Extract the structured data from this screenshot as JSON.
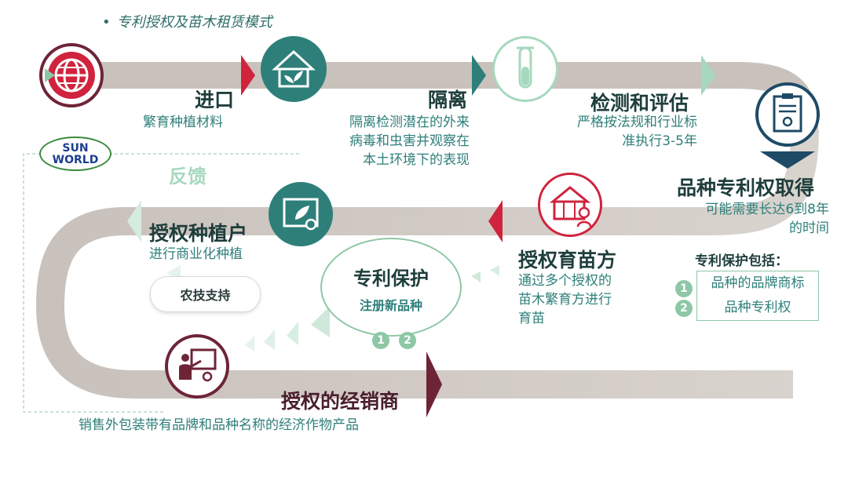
{
  "title": "专利授权及苗木租赁模式",
  "steps": {
    "import": {
      "title": "进口",
      "desc": "繁育种植材料"
    },
    "isolation": {
      "title": "隔离",
      "desc": [
        "隔离检测潜在的外来",
        "病毒和虫害并观察在",
        "本土环境下的表现"
      ]
    },
    "testing": {
      "title": "检测和评估",
      "desc": [
        "严格按法规和行业标",
        "准执行3-5年"
      ]
    },
    "patent": {
      "title": "品种专利权取得",
      "desc": [
        "可能需要长达6到8年",
        "的时间"
      ]
    },
    "nursery": {
      "title": "授权育苗方",
      "desc": [
        "通过多个授权的",
        "苗木繁育方进行",
        "育苗"
      ]
    },
    "grower": {
      "title": "授权种植户",
      "desc": "进行商业化种植"
    },
    "distributor": {
      "title": "授权的经销商",
      "desc": "销售外包装带有品牌和品种名称的经济作物产品"
    }
  },
  "feedback": "反馈",
  "agri_support": "农技支持",
  "protection": {
    "title": "专利保护",
    "subtitle": "注册新品种",
    "nums": [
      "1",
      "2"
    ]
  },
  "protection_list": {
    "heading": "专利保护包括：",
    "items": [
      "品种的品牌商标",
      "品种专利权"
    ],
    "nums": [
      "1",
      "2"
    ]
  },
  "logo": {
    "line1": "SUN",
    "line2": "WORLD"
  },
  "colors": {
    "path": "#c9c1bb",
    "teal": "#2e7f7a",
    "red": "#d0233e",
    "mint": "#8ec7a6",
    "navy": "#1e4a66",
    "maroon": "#6e2437"
  }
}
